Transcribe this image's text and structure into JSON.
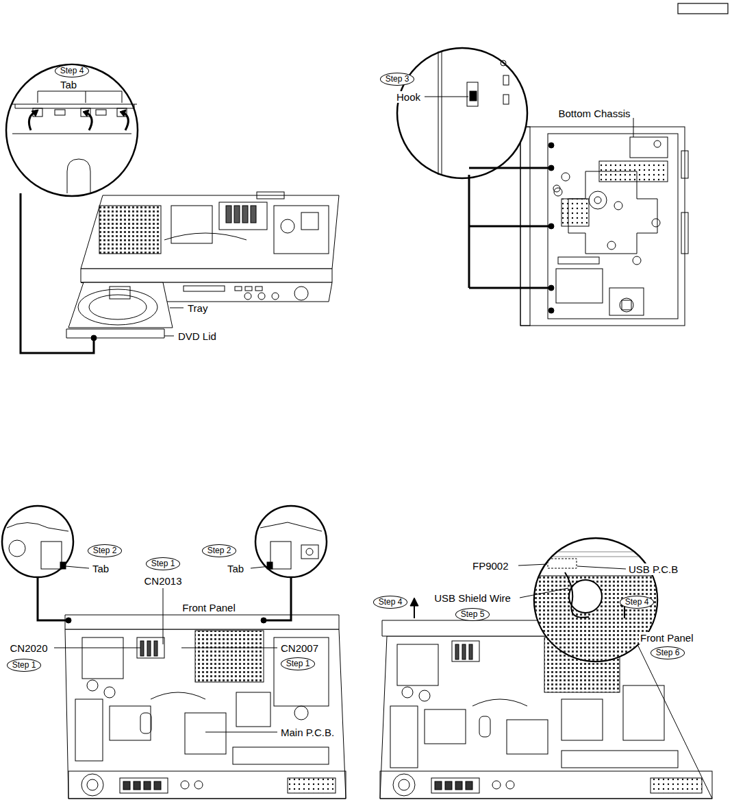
{
  "diagram": {
    "nodes": [
      {
        "text": [
          "Step 4"
        ]
      },
      {
        "text": [
          "Step 3"
        ]
      },
      {
        "text": [
          "Step 2"
        ]
      },
      {
        "text": [
          "Step 1"
        ]
      },
      {
        "text": [
          "Step 2"
        ]
      },
      {
        "text": [
          "Step 1"
        ]
      },
      {
        "text": [
          "Step 1"
        ]
      },
      {
        "text": [
          "Step 4"
        ]
      },
      {
        "text": [
          "Step 5"
        ]
      },
      {
        "text": [
          "Step 4"
        ]
      },
      {
        "text": [
          "Step 6"
        ]
      }
    ],
    "labels": [
      "Tab",
      "Tray",
      "DVD Lid",
      "Hook",
      "Bottom Chassis",
      "Tab",
      "CN2013",
      "Tab",
      "Front Panel",
      "CN2020",
      "CN2007",
      "Main P.C.B.",
      "FP9002",
      "USB P.C.B",
      "USB Shield Wire",
      "Front Panel"
    ]
  }
}
